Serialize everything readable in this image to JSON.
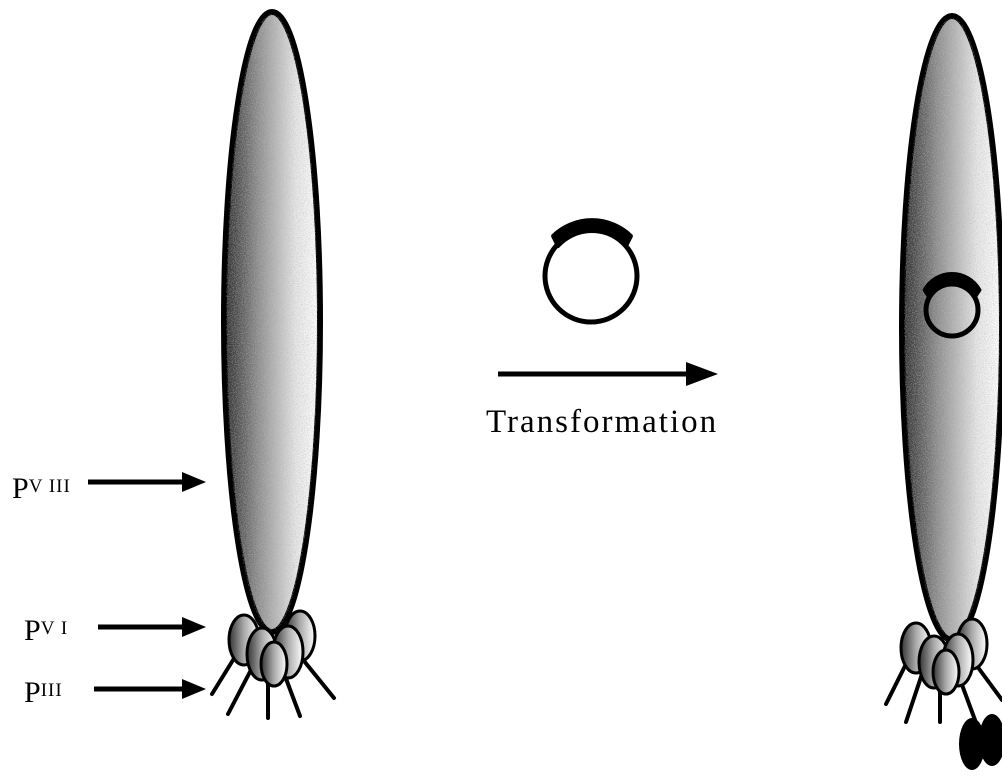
{
  "labels": {
    "p8": {
      "base": "P",
      "sup": "V III"
    },
    "p6": {
      "base": "P",
      "sup": "V I"
    },
    "p3": {
      "base": "P",
      "sup": "III"
    },
    "transformation": "Transformation"
  },
  "colors": {
    "ink": "#000000",
    "background": "#ffffff",
    "body_shading": "#9a9a9a"
  }
}
